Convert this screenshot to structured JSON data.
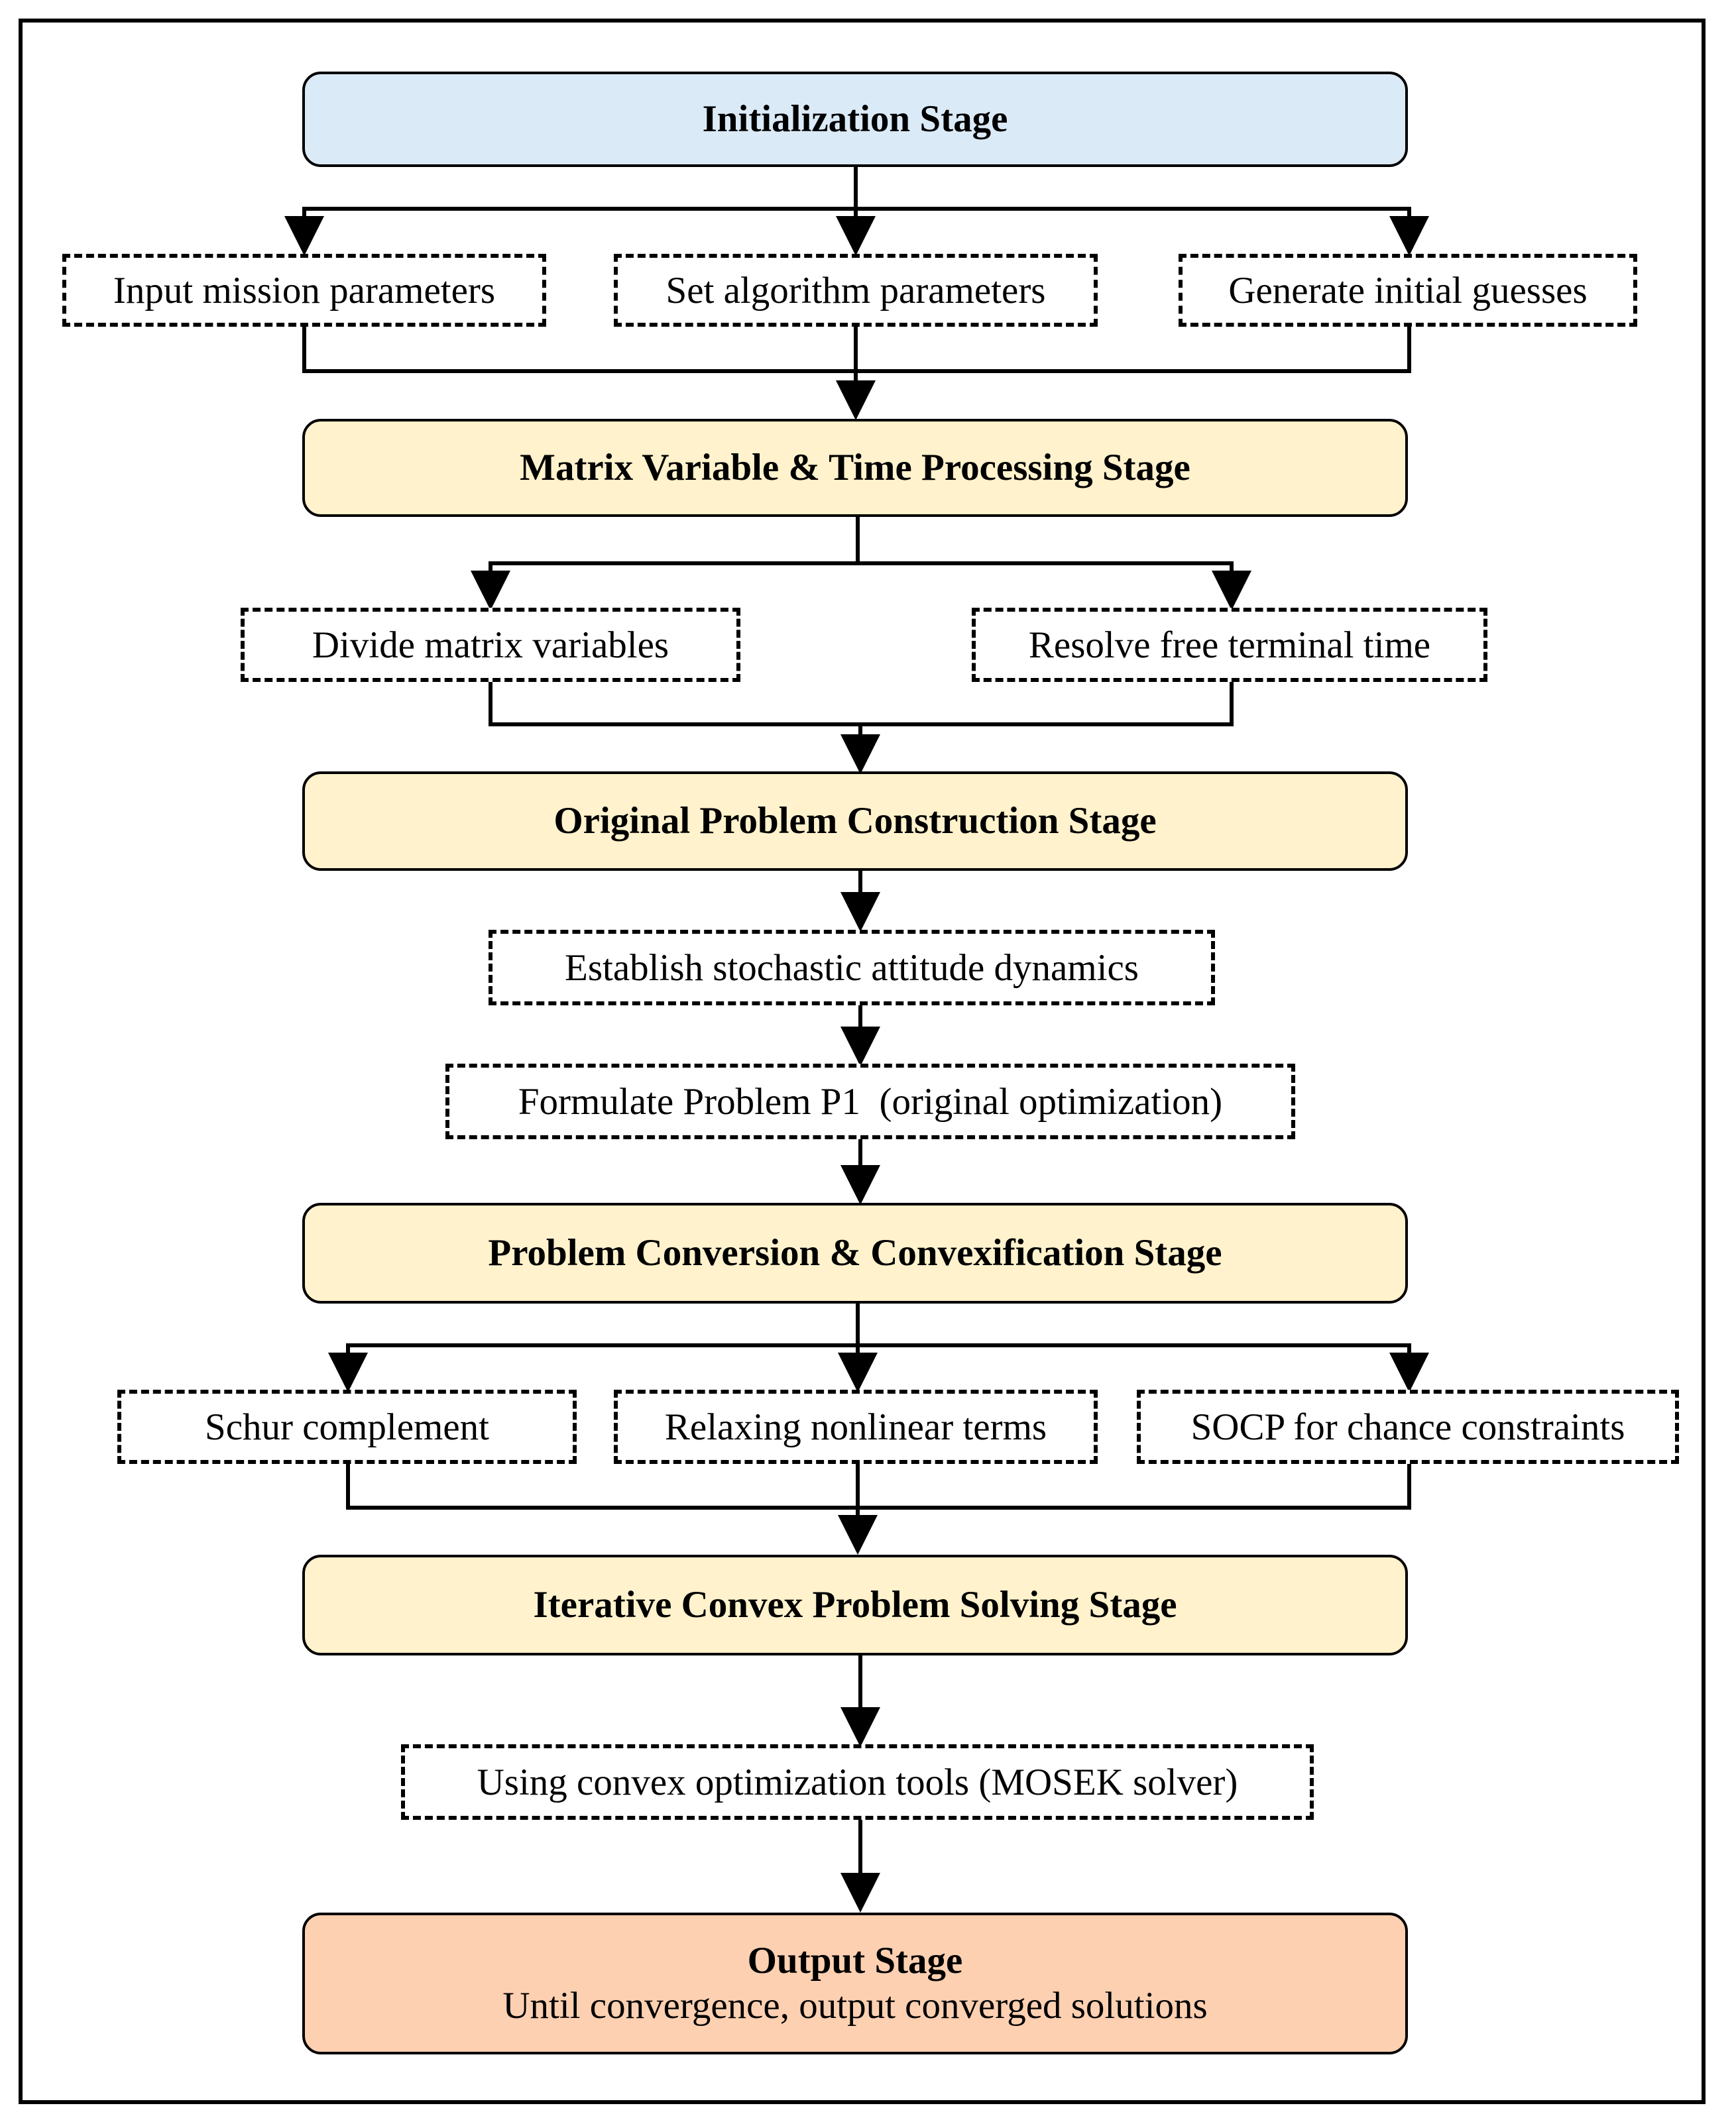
{
  "colors": {
    "initialization_fill": "#dbeaf7",
    "stage_fill": "#fff2cc",
    "output_fill": "#fdd0b1",
    "line": "#000000"
  },
  "stages": {
    "initialization": {
      "title": "Initialization Stage"
    },
    "matrix_time": {
      "title": "Matrix Variable & Time Processing Stage"
    },
    "original_problem": {
      "title": "Original Problem Construction Stage"
    },
    "conversion": {
      "title": "Problem Conversion & Convexification Stage"
    },
    "iterative": {
      "title": "Iterative Convex Problem Solving Stage"
    },
    "output": {
      "title": "Output Stage",
      "subtitle": "Until convergence, output converged solutions"
    }
  },
  "steps": {
    "input_mission": "Input mission parameters",
    "set_algorithm": "Set algorithm parameters",
    "initial_guesses": "Generate initial guesses",
    "divide_matrix": "Divide matrix variables",
    "free_terminal_time": "Resolve free terminal time",
    "stochastic_dynamics": "Establish stochastic attitude dynamics",
    "problem_p1": "Formulate Problem P1  (original optimization)",
    "schur": "Schur complement",
    "relaxing": "Relaxing nonlinear terms",
    "socp": "SOCP for chance constraints",
    "convex_tools": "Using convex optimization tools (MOSEK solver)"
  }
}
